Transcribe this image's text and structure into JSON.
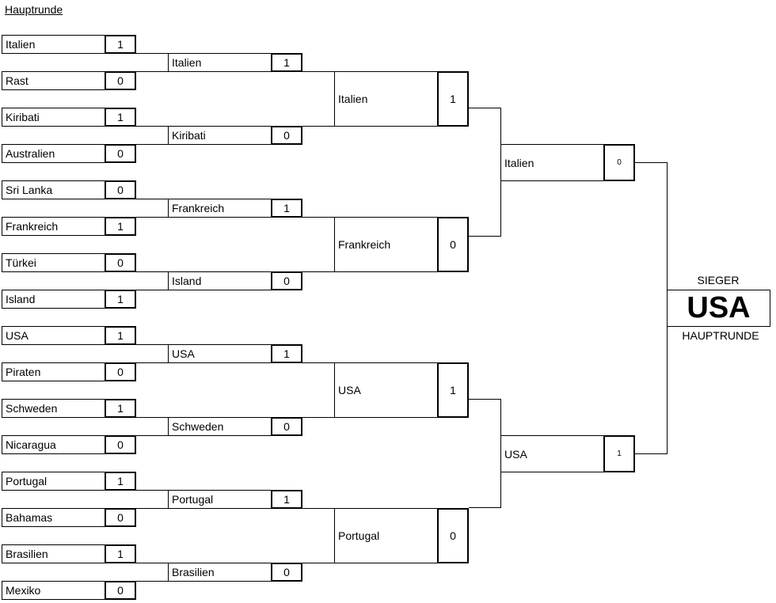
{
  "title": "Hauptrunde",
  "round1": [
    {
      "name": "Italien",
      "score": "1"
    },
    {
      "name": "Rast",
      "score": "0"
    },
    {
      "name": "Kiribati",
      "score": "1"
    },
    {
      "name": "Australien",
      "score": "0"
    },
    {
      "name": "Sri Lanka",
      "score": "0"
    },
    {
      "name": "Frankreich",
      "score": "1"
    },
    {
      "name": "Türkei",
      "score": "0"
    },
    {
      "name": "Island",
      "score": "1"
    },
    {
      "name": "USA",
      "score": "1"
    },
    {
      "name": "Piraten",
      "score": "0"
    },
    {
      "name": "Schweden",
      "score": "1"
    },
    {
      "name": "Nicaragua",
      "score": "0"
    },
    {
      "name": "Portugal",
      "score": "1"
    },
    {
      "name": "Bahamas",
      "score": "0"
    },
    {
      "name": "Brasilien",
      "score": "1"
    },
    {
      "name": "Mexiko",
      "score": "0"
    }
  ],
  "round2": [
    {
      "name": "Italien",
      "score": "1"
    },
    {
      "name": "Kiribati",
      "score": "0"
    },
    {
      "name": "Frankreich",
      "score": "1"
    },
    {
      "name": "Island",
      "score": "0"
    },
    {
      "name": "USA",
      "score": "1"
    },
    {
      "name": "Schweden",
      "score": "0"
    },
    {
      "name": "Portugal",
      "score": "1"
    },
    {
      "name": "Brasilien",
      "score": "0"
    }
  ],
  "round3": [
    {
      "name": "Italien",
      "score": "1"
    },
    {
      "name": "Frankreich",
      "score": "0"
    },
    {
      "name": "USA",
      "score": "1"
    },
    {
      "name": "Portugal",
      "score": "0"
    }
  ],
  "round4": [
    {
      "name": "Italien",
      "score": "0"
    },
    {
      "name": "USA",
      "score": "1"
    }
  ],
  "winner": {
    "label_top": "SIEGER",
    "name": "USA",
    "label_bottom": "HAUPTRUNDE"
  }
}
